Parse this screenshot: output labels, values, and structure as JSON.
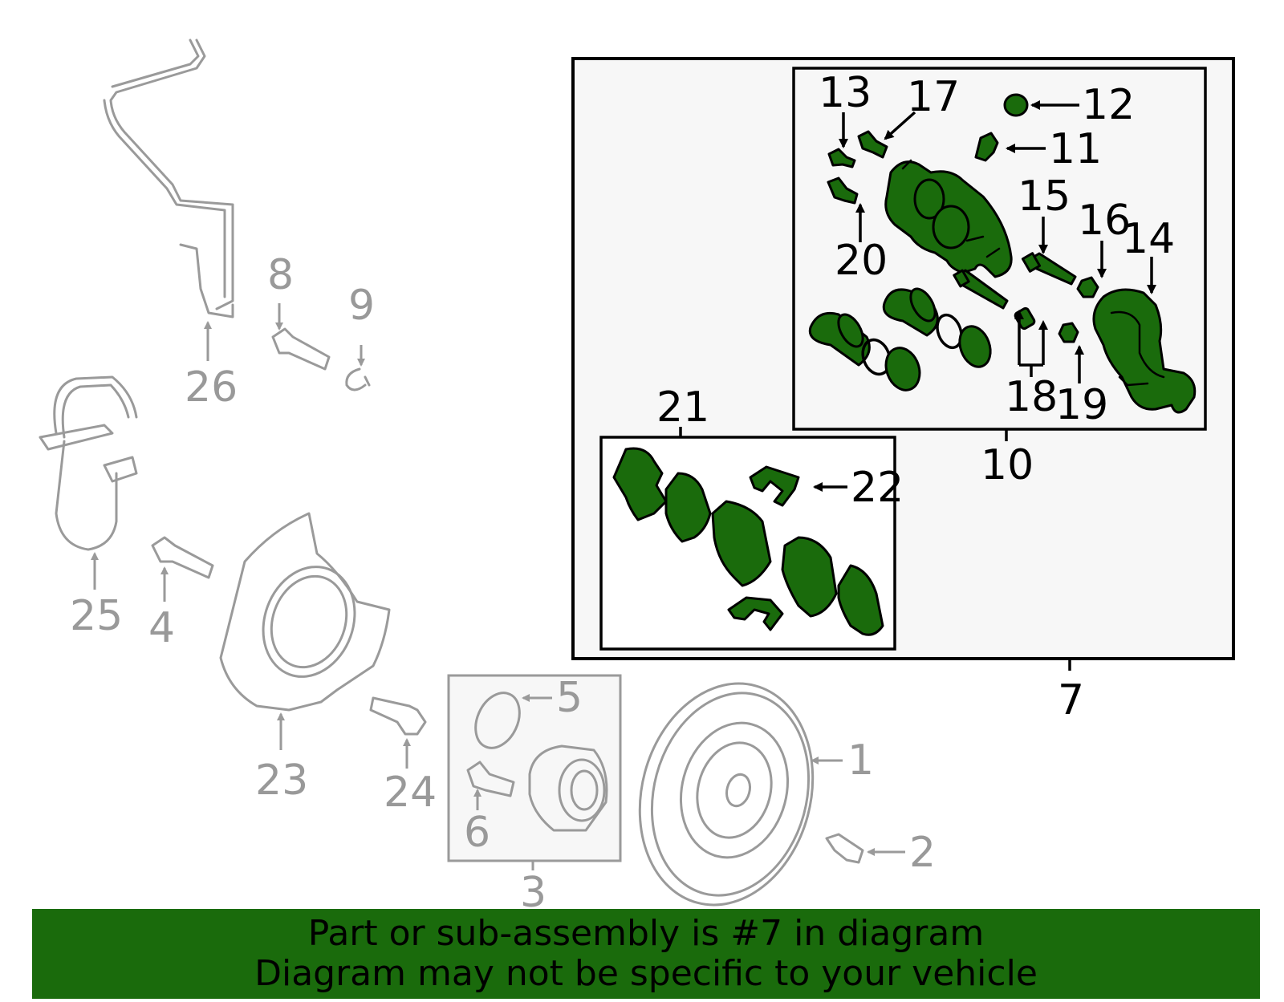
{
  "colors": {
    "highlight": "#1a6b0c",
    "inactive": "#9a9a9a",
    "box_fill": "#f7f7f7"
  },
  "callouts": {
    "c1": "1",
    "c2": "2",
    "c3": "3",
    "c4": "4",
    "c5": "5",
    "c6": "6",
    "c7": "7",
    "c8": "8",
    "c9": "9",
    "c10": "10",
    "c11": "11",
    "c12": "12",
    "c13": "13",
    "c14": "14",
    "c15": "15",
    "c16": "16",
    "c17": "17",
    "c18": "18",
    "c19": "19",
    "c20": "20",
    "c21": "21",
    "c22": "22",
    "c23": "23",
    "c24": "24",
    "c25": "25",
    "c26": "26"
  },
  "banner": {
    "line1": "Part or sub-assembly is #7 in diagram",
    "line2": "Diagram may not be specific to your vehicle"
  }
}
